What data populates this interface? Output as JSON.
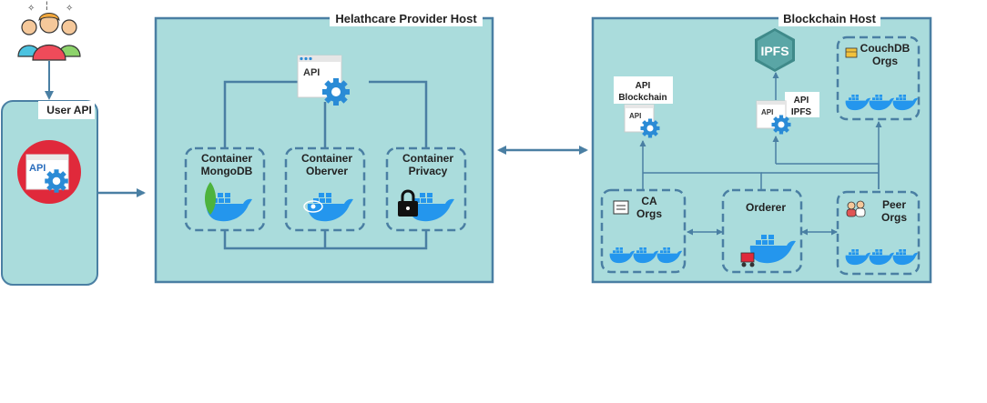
{
  "colors": {
    "host_fill": "#aadcdc",
    "border": "#4a7fa3",
    "docker_blue": "#2496ed",
    "gear_blue": "#2a8bd6",
    "ipfs_teal": "#3f8a8a",
    "api_red": "#e0293b",
    "mongo_green": "#4db33d"
  },
  "user_api": {
    "label": "User API"
  },
  "healthcare_host": {
    "title": "Helathcare Provider Host",
    "api_icon_text": "API",
    "containers": [
      {
        "line1": "Container",
        "line2": "MongoDB"
      },
      {
        "line1": "Container",
        "line2": "Oberver"
      },
      {
        "line1": "Container",
        "line2": "Privacy"
      }
    ]
  },
  "blockchain_host": {
    "title": "Blockchain Host",
    "api_blockchain": {
      "line1": "API",
      "line2": "Blockchain"
    },
    "ipfs_logo": "IPFS",
    "api_ipfs": {
      "line1": "API",
      "line2": "IPFS"
    },
    "couchdb": {
      "line1": "CouchDB",
      "line2": "Orgs"
    },
    "ca": {
      "line1": "CA",
      "line2": "Orgs"
    },
    "orderer": {
      "line1": "Orderer"
    },
    "peer": {
      "line1": "Peer",
      "line2": "Orgs"
    },
    "mini_api_text": "API"
  }
}
